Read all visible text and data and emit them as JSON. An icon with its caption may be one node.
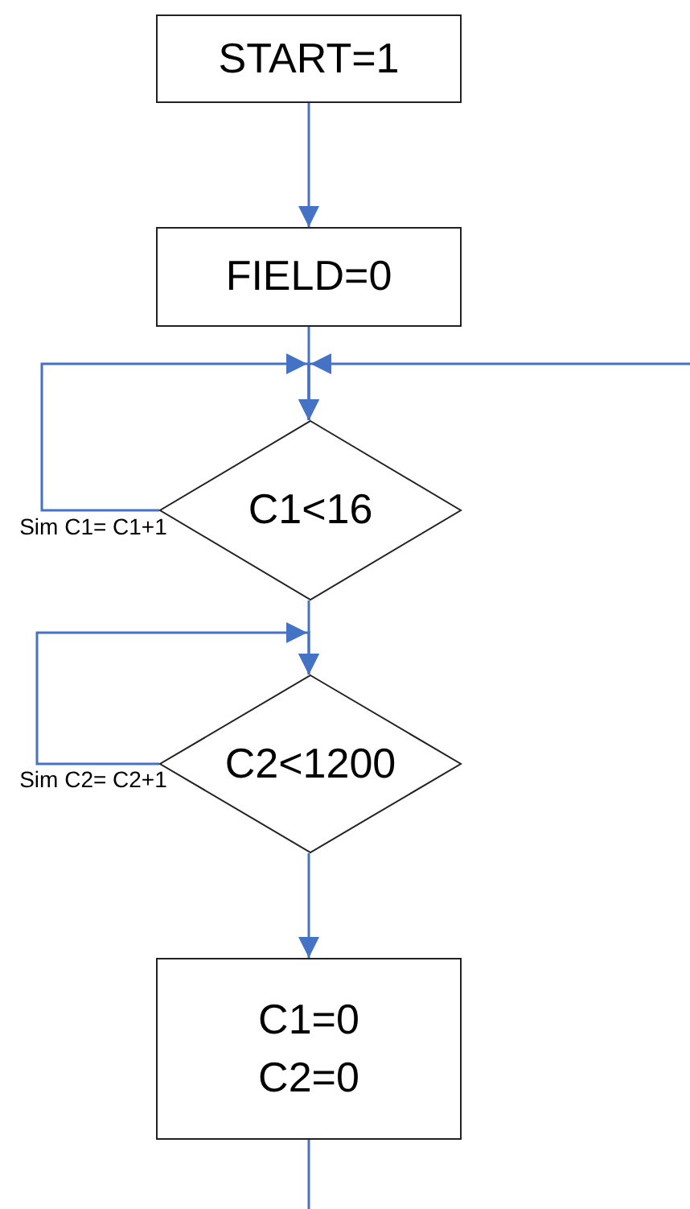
{
  "diagram": {
    "nodes": [
      {
        "text": [
          "START=1"
        ]
      },
      {
        "text": [
          "FIELD=0"
        ]
      },
      {
        "text": [
          "C1<16"
        ]
      },
      {
        "text": [
          "C2<1200"
        ]
      },
      {
        "text": [
          "C1=0 C2=0"
        ]
      }
    ],
    "edges": [
      {
        "from": 0,
        "to": 1,
        "arrow": "to"
      },
      {
        "from": 1,
        "to": 2,
        "arrow": "to"
      },
      {
        "from": 2,
        "to": 2,
        "arrow": "to",
        "label": "Sim C1= C1+1"
      },
      {
        "from": null,
        "to": 2,
        "arrow": "to"
      },
      {
        "from": 2,
        "to": 3,
        "arrow": "to"
      },
      {
        "from": 3,
        "to": 3,
        "arrow": "to",
        "label": "Sim C2= C2+1"
      },
      {
        "from": 3,
        "to": 4,
        "arrow": "to"
      },
      {
        "from": 4,
        "to": null,
        "arrow": "none"
      }
    ]
  }
}
